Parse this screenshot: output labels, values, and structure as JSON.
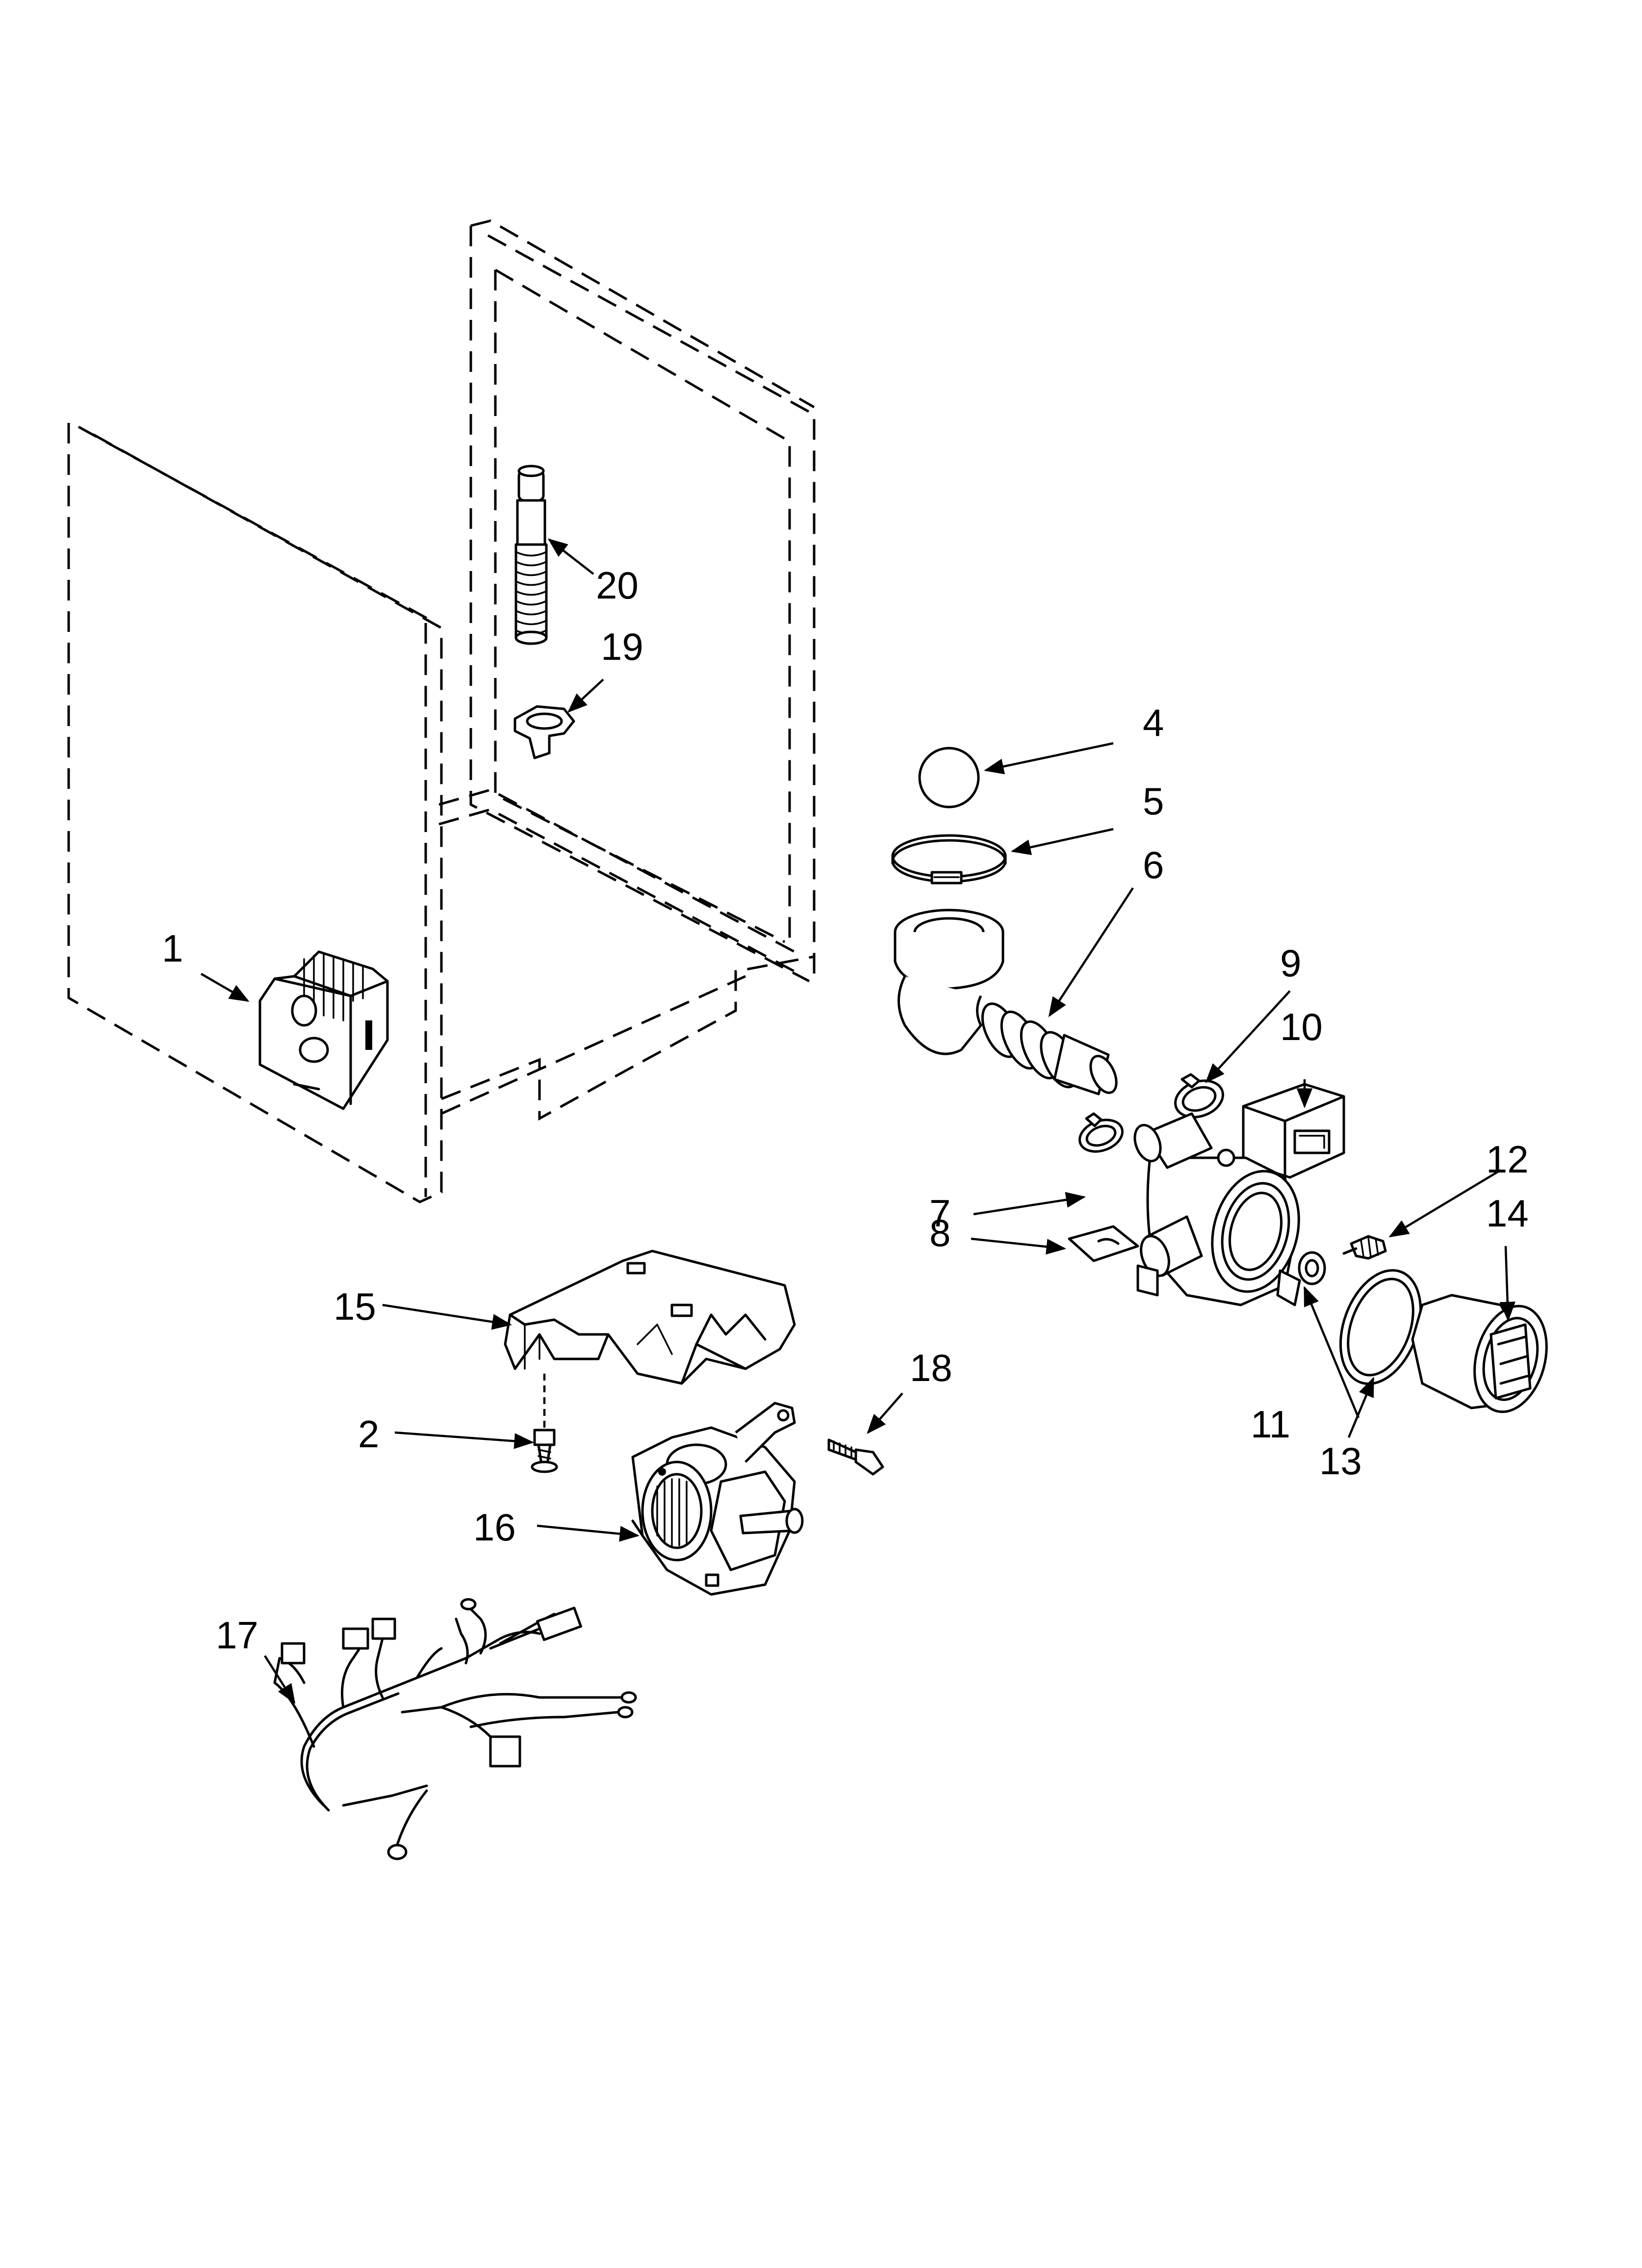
{
  "callouts": {
    "c1": "1",
    "c2": "2",
    "c4": "4",
    "c5": "5",
    "c6": "6",
    "c7": "7",
    "c8": "8",
    "c9": "9",
    "c10": "10",
    "c11": "11",
    "c12": "12",
    "c13": "13",
    "c14": "14",
    "c15": "15",
    "c16": "16",
    "c17": "17",
    "c18": "18",
    "c19": "19",
    "c20": "20"
  },
  "colors": {
    "line": "#000000",
    "background": "#ffffff"
  }
}
